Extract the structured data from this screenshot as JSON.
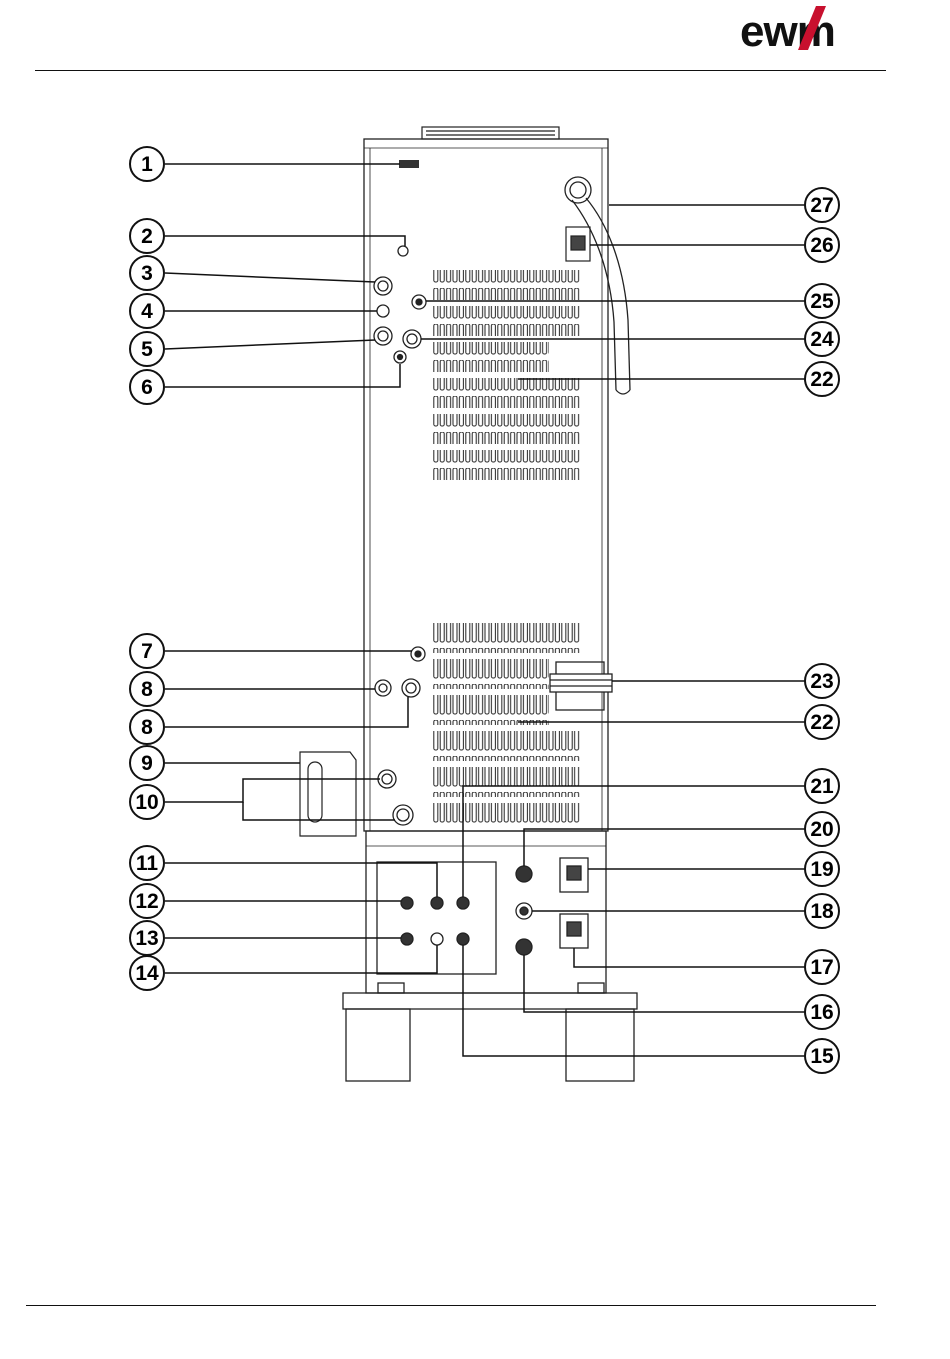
{
  "brand": {
    "logo_text": "ewm",
    "accent_color": "#c8102e"
  },
  "callouts": {
    "left": [
      "1",
      "2",
      "3",
      "4",
      "5",
      "6",
      "7",
      "8",
      "8",
      "9",
      "10",
      "11",
      "12",
      "13",
      "14"
    ],
    "right": [
      "27",
      "26",
      "25",
      "24",
      "22",
      "23",
      "22",
      "21",
      "20",
      "19",
      "18",
      "17",
      "16",
      "15"
    ]
  }
}
